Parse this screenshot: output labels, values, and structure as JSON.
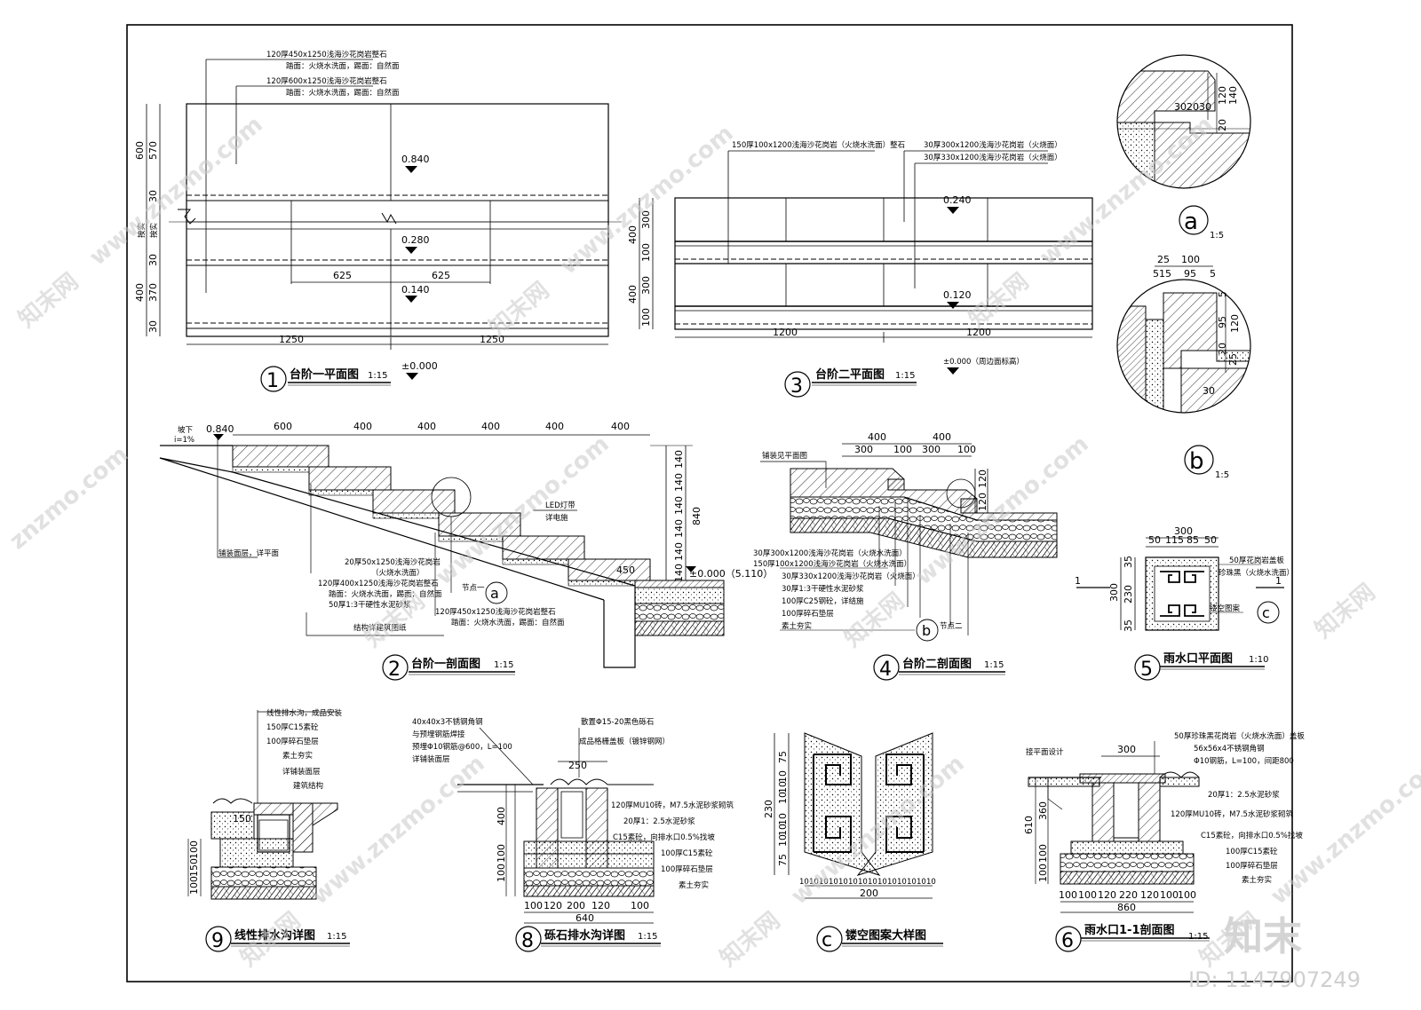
{
  "watermark": {
    "site": "znzmo.com",
    "site2": "www.znzmo.com",
    "brand": "知末网",
    "logo": "知末",
    "id": "ID: 1147907249"
  },
  "plan1": {
    "title": "台阶一平面图",
    "num": "1",
    "scale": "1:15",
    "notes": [
      "120厚450x1250浅海沙花岗岩整石",
      "踏面：火烧水洗面，踢面：自然面",
      "120厚600x1250浅海沙花岗岩整石",
      "踏面：火烧水洗面，踢面：自然面"
    ],
    "dims_left": [
      "600",
      "570",
      "30",
      "400",
      "370",
      "30"
    ],
    "side_label": "按实",
    "dims_bottom": [
      "1250",
      "1250"
    ],
    "dims_mid": [
      "625",
      "625"
    ],
    "levels": [
      "0.840",
      "0.280",
      "0.140",
      "±0.000"
    ]
  },
  "plan3": {
    "title": "台阶二平面图",
    "num": "3",
    "scale": "1:15",
    "notes": [
      "150厚100x1200浅海沙花岗岩（火烧水洗面）整石",
      "30厚300x1200浅海沙花岗岩（火烧面）",
      "30厚330x1200浅海沙花岗岩（火烧面）"
    ],
    "dims_left": [
      "400",
      "300",
      "100",
      "400",
      "300",
      "100"
    ],
    "dims_bottom": [
      "1200",
      "1200"
    ],
    "levels": [
      "0.240",
      "0.120",
      "±0.000（周边面标高）"
    ]
  },
  "section2": {
    "title": "台阶一剖面图",
    "num": "2",
    "scale": "1:15",
    "dims_top": [
      "600",
      "400",
      "400",
      "400",
      "400",
      "400"
    ],
    "dims_right": [
      "140",
      "140",
      "140",
      "140",
      "140",
      "140"
    ],
    "total_height": "840",
    "slope_label": "坡下",
    "slope": "i=1%",
    "level_top": "0.840",
    "level_bottom": "±0.000（5.110）",
    "step_dim": "450",
    "led": [
      "LED灯带",
      "详电施"
    ],
    "notes": [
      "铺装面层，详平面",
      "20厚50x1250浅海沙花岗岩",
      "（火烧水洗面）",
      "120厚400x1250浅海沙花岗岩整石",
      "踏面：火烧水洗面，踢面：自然面",
      "50厚1:3干硬性水泥砂浆",
      "结构详建筑图纸",
      "120厚450x1250浅海沙花岗岩整石",
      "踏面：火烧水洗面，踢面：自然面"
    ],
    "node": "节点一",
    "node_ref": "a"
  },
  "section4": {
    "title": "台阶二剖面图",
    "num": "4",
    "scale": "1:15",
    "dims_top": [
      "400",
      "400"
    ],
    "dims_sub": [
      "300",
      "100",
      "300",
      "100"
    ],
    "dims_right": [
      "120",
      "120"
    ],
    "top_note": "铺装见平面图",
    "notes": [
      "30厚300x1200浅海沙花岗岩（火烧水洗面）",
      "150厚100x1200浅海沙花岗岩（火烧水洗面）",
      "30厚330x1200浅海沙花岗岩（火烧面）",
      "30厚1:3干硬性水泥砂浆",
      "100厚C25钢砼，详结施",
      "100厚碎石垫层",
      "素土夯实"
    ],
    "node": "节点二",
    "node_ref": "b"
  },
  "detailA": {
    "ref": "a",
    "scale": "1:5",
    "dims": [
      "120",
      "140",
      "30",
      "20",
      "30",
      "20"
    ]
  },
  "detailB": {
    "ref": "b",
    "scale": "1:5",
    "dims": [
      "25",
      "100",
      "5",
      "15",
      "95",
      "5",
      "5",
      "95",
      "120",
      "20",
      "25",
      "30"
    ]
  },
  "drain5": {
    "title": "雨水口平面图",
    "num": "5",
    "scale": "1:10",
    "dims_top": [
      "300"
    ],
    "dims_sub": [
      "50",
      "115",
      "85",
      "50"
    ],
    "dims_left": [
      "300",
      "35",
      "230",
      "35"
    ],
    "notes": [
      "50厚花岗岩盖板",
      "珍珠黑（火烧水洗面）",
      "镂空图案"
    ],
    "cut": "1",
    "ref": "c"
  },
  "drain9": {
    "title": "线性排水沟详图",
    "num": "9",
    "scale": "1:15",
    "notes": [
      "线性排水沟，成品安装",
      "150厚C15素砼",
      "100厚碎石垫层",
      "素土夯实",
      "详铺装面层",
      "建筑结构"
    ],
    "dims": [
      "150",
      "100",
      "150",
      "100"
    ]
  },
  "drain8": {
    "title": "砾石排水沟详图",
    "num": "8",
    "scale": "1:15",
    "notes": [
      "40x40x3不锈钢角钢",
      "与预埋钢筋焊接",
      "预埋Φ10钢筋@600，L=100",
      "详铺装面层",
      "散置Φ15-20黑色砾石",
      "成品格栅盖板（镀锌钢网）",
      "120厚MU10砖，M7.5水泥砂浆砌筑",
      "20厚1：2.5水泥砂浆",
      "C15素砼，向排水口0.5%找坡",
      "100厚C15素砼",
      "100厚碎石垫层",
      "素土夯实"
    ],
    "dims_top": "250",
    "dims_left": [
      "400",
      "100",
      "100"
    ],
    "dims_bottom": [
      "100",
      "120",
      "200",
      "120",
      "100"
    ],
    "total": "640"
  },
  "patternC": {
    "title": "镂空图案大样图",
    "ref": "c",
    "dims_left": [
      "75",
      "10",
      "10",
      "10",
      "230",
      "10",
      "10",
      "10",
      "75"
    ],
    "dims_bottom": [
      "10",
      "10",
      "10",
      "10",
      "10",
      "10",
      "10",
      "10",
      "10",
      "10",
      "10",
      "10",
      "10",
      "10"
    ],
    "total": "200"
  },
  "drain6": {
    "title": "雨水口1-1剖面图",
    "num": "6",
    "scale": "1:15",
    "notes": [
      "接平面设计",
      "50厚珍珠黑花岗岩（火烧水洗面）盖板",
      "56x56x4不锈钢角钢",
      "Φ10钢筋，L=100，间距800",
      "20厚1：2.5水泥砂浆",
      "120厚MU10砖，M7.5水泥砂浆砌筑",
      "C15素砼，向排水口0.5%找坡",
      "100厚C15素砼",
      "100厚碎石垫层",
      "素土夯实"
    ],
    "dims_top": "300",
    "dims_left": [
      "610",
      "360",
      "100",
      "100"
    ],
    "dims_bottom": [
      "100",
      "100",
      "120",
      "220",
      "120",
      "100",
      "100"
    ],
    "total": "860"
  }
}
